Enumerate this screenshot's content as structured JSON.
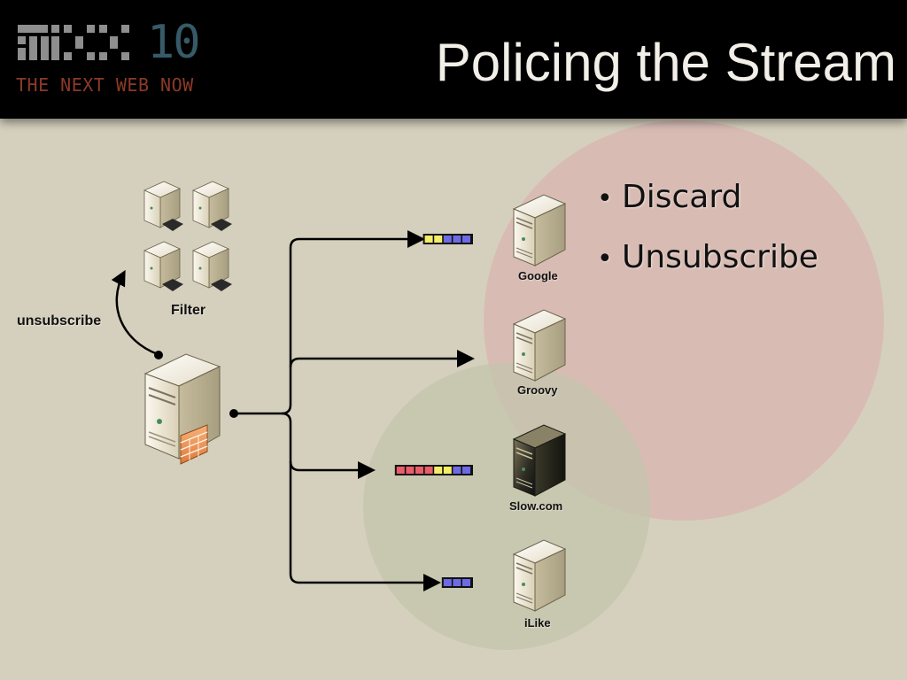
{
  "header": {
    "logo_mark": "mix",
    "logo_number": "10",
    "logo_tagline": "THE NEXT WEB NOW",
    "title": "Policing the Stream"
  },
  "bullets": [
    "Discard",
    "Unsubscribe"
  ],
  "diagram": {
    "source_label": "",
    "filter_label": "Filter",
    "unsubscribe_label": "unsubscribe",
    "subscribers": [
      {
        "label": "Google",
        "queue": [
          "yellow",
          "yellow",
          "blue",
          "blue",
          "blue"
        ],
        "dark": false
      },
      {
        "label": "Groovy",
        "queue": [],
        "dark": false
      },
      {
        "label": "Slow.com",
        "queue": [
          "red",
          "red",
          "red",
          "red",
          "yellow",
          "yellow",
          "blue",
          "blue"
        ],
        "dark": true
      },
      {
        "label": "iLike",
        "queue": [
          "blue",
          "blue",
          "blue"
        ],
        "dark": false
      }
    ],
    "colors": {
      "background": "#d5d0bd",
      "discard_circle": "#d8b6b2",
      "unsubscribe_circle": "#c4c6ae",
      "yellow": "#f4ee68",
      "blue": "#6d6be4",
      "red": "#ea5d6a"
    }
  }
}
